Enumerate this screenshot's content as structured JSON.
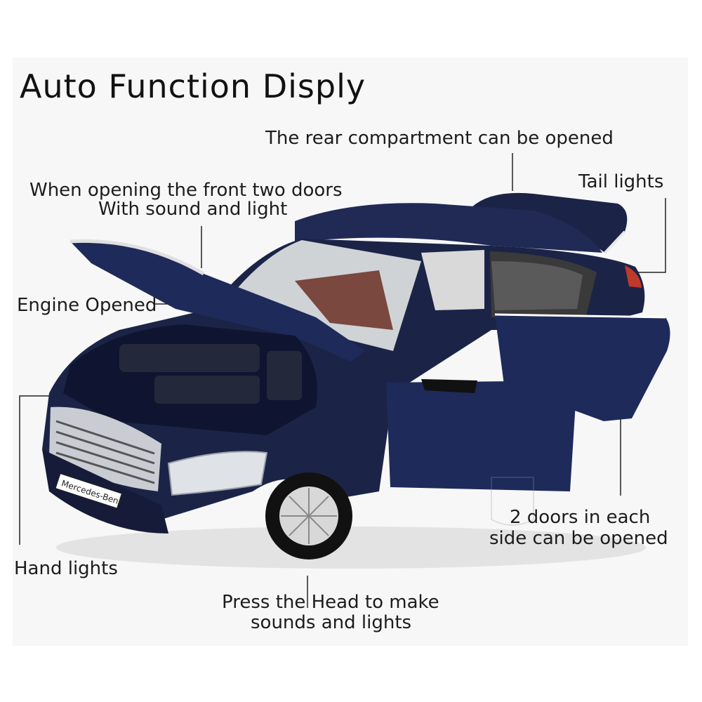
{
  "title": "Auto Function Disply",
  "labels": {
    "rear": "The rear compartment can be opened",
    "tail": "Tail lights",
    "front_doors_1": "When opening the front two doors",
    "front_doors_2": "With sound and light",
    "engine": "Engine Opened",
    "hand": "Hand lights",
    "doors_1": "2 doors in each",
    "doors_2": "side can be opened",
    "press_1": "Press the Head to make",
    "press_2": "sounds and lights"
  },
  "badge": "Mercedes-Benz",
  "colors": {
    "body": "#1b2447",
    "body_dark": "#0f1530",
    "body_light": "#3b4a7d",
    "interior": "#6b2f24",
    "chrome": "#c9ccd2",
    "background": "#f7f7f7"
  }
}
